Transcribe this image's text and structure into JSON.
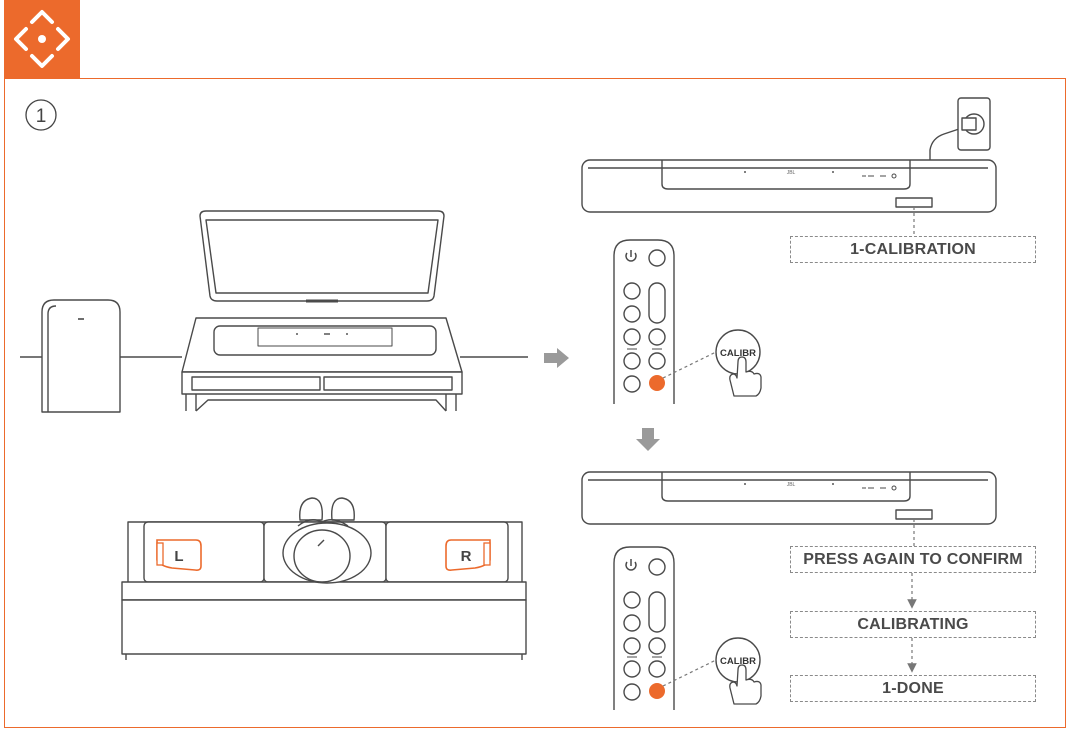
{
  "step_number": "1",
  "sofa": {
    "left_label": "L",
    "right_label": "R"
  },
  "soundbar_brand": "JBL",
  "remote_button": "CALIBR",
  "display_labels": {
    "calibration": "1-CALIBRATION",
    "press_again": "PRESS AGAIN TO CONFIRM",
    "calibrating": "CALIBRATING",
    "done": "1-DONE"
  },
  "colors": {
    "accent": "#ec6a2c",
    "line": "#4a4a4a",
    "dashed": "#8a8a8a",
    "arrow": "#9a9a9a"
  },
  "icons": [
    "calibration-move-icon",
    "arrow-right-icon",
    "arrow-down-icon",
    "hand-press-icon",
    "power-icon"
  ]
}
